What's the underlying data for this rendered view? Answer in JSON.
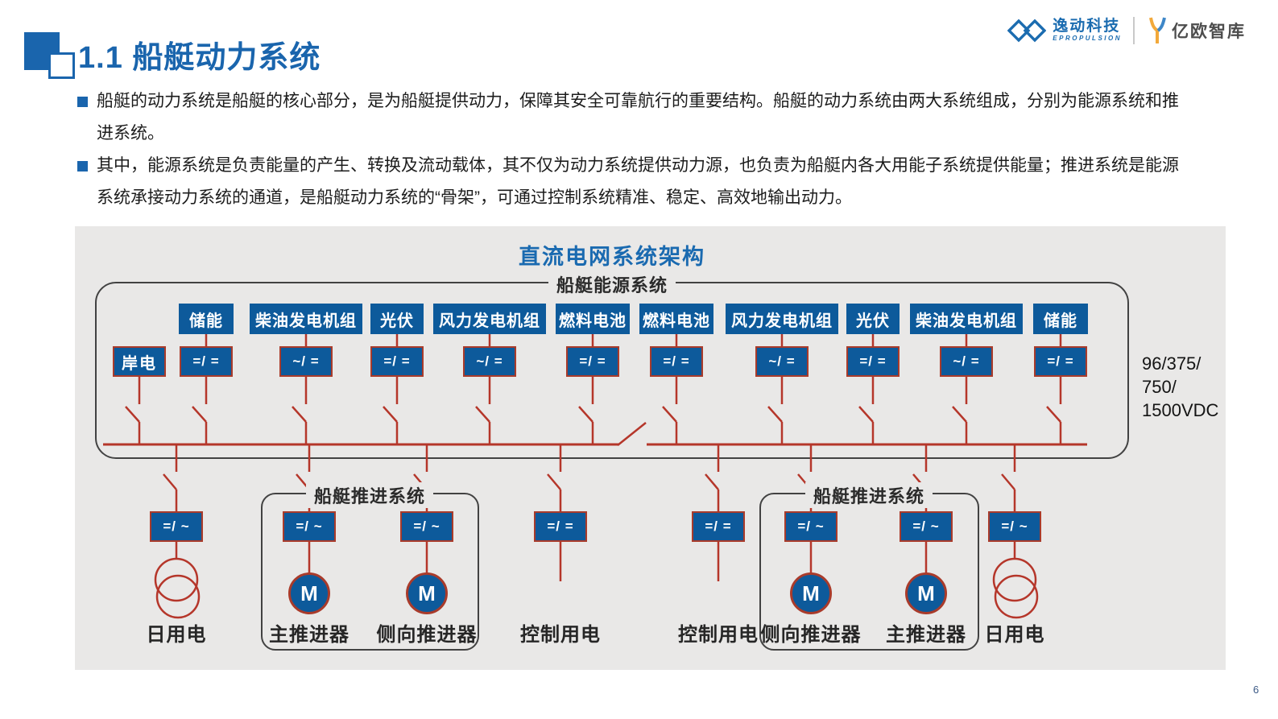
{
  "header": {
    "section_title": "1.1 船艇动力系统",
    "epropulsion_logo_name": "逸动科技",
    "epropulsion_logo_sub": "EPROPULSION",
    "yiou_logo_name": "亿欧智库"
  },
  "bullets": [
    {
      "line1": "船艇的动力系统是船艇的核心部分，是为船艇提供动力，保障其安全可靠航行的重要结构。船艇的动力系统由两大系统组成，分别为能源系统和推",
      "line2": "进系统。"
    },
    {
      "line1": "其中，能源系统是负责能量的产生、转换及流动载体，其不仅为动力系统提供动力源，也负责为船艇内各大用能子系统提供能量；推进系统是能源",
      "line2": "系统承接动力系统的通道，是船艇动力系统的“骨架”，可通过控制系统精准、稳定、高效地输出动力。"
    }
  ],
  "diagram": {
    "title": "直流电网系统架构",
    "energy_system_label": "船艇能源系统",
    "propulsion_system_label_left": "船艇推进系统",
    "propulsion_system_label_right": "船艇推进系统",
    "shore_power_label": "岸电",
    "voltage_line1": "96/375/",
    "voltage_line2": "750/",
    "voltage_line3": "1500VDC",
    "columns": [
      {
        "source": "储能",
        "converter": "=/ ="
      },
      {
        "source": "柴油发电机组",
        "converter": "~/ ="
      },
      {
        "source": "光伏",
        "converter": "=/ ="
      },
      {
        "source": "风力发电机组",
        "converter": "~/ ="
      },
      {
        "source": "燃料电池",
        "converter": "=/ ="
      },
      {
        "source": "燃料电池",
        "converter": "=/ ="
      },
      {
        "source": "风力发电机组",
        "converter": "~/ ="
      },
      {
        "source": "光伏",
        "converter": "=/ ="
      },
      {
        "source": "柴油发电机组",
        "converter": "~/ ="
      },
      {
        "source": "储能",
        "converter": "=/ ="
      }
    ],
    "feeders": [
      {
        "converter": "=/ ~",
        "label": "日用电"
      },
      {
        "converter": "=/ ~",
        "label": "主推进器",
        "motor": "M"
      },
      {
        "converter": "=/ ~",
        "label": "侧向推进器",
        "motor": "M"
      },
      {
        "converter": "=/ =",
        "label": "控制用电"
      },
      {
        "converter": "=/ =",
        "label": "控制用电"
      },
      {
        "converter": "=/ ~",
        "label": "侧向推进器",
        "motor": "M"
      },
      {
        "converter": "=/ ~",
        "label": "主推进器",
        "motor": "M"
      },
      {
        "converter": "=/ ~",
        "label": "日用电"
      }
    ]
  },
  "colors": {
    "accent_blue": "#1a65ad",
    "box_blue": "#0d5a9b",
    "line_red": "#b5362a",
    "panel_gray": "#e9e8e7"
  },
  "footer": {
    "page_number": "6"
  }
}
